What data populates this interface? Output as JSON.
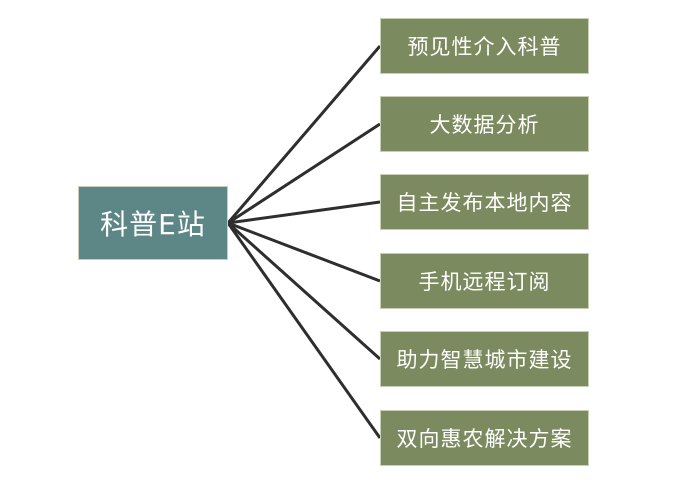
{
  "root": {
    "label": "科普E站"
  },
  "branches": [
    {
      "label": "预见性介入科普"
    },
    {
      "label": "大数据分析"
    },
    {
      "label": "自主发布本地内容"
    },
    {
      "label": "手机远程订阅"
    },
    {
      "label": "助力智慧城市建设"
    },
    {
      "label": "双向惠农解决方案"
    }
  ],
  "colors": {
    "root_fill": "#5d8787",
    "branch_fill": "#7b8b5f",
    "connector": "#2e2e2e",
    "text": "#ffffff"
  }
}
